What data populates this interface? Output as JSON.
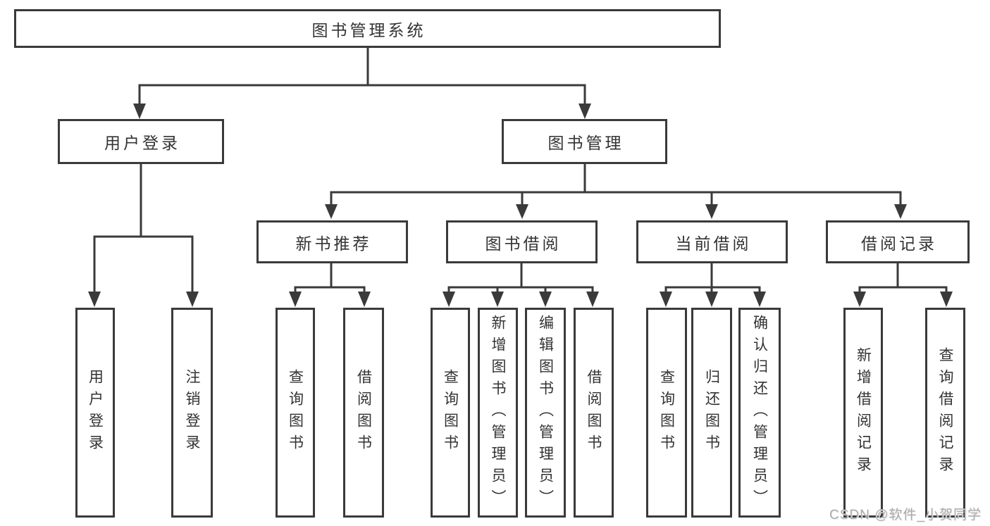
{
  "diagram": {
    "root": {
      "label": "图书管理系统"
    },
    "branches": [
      {
        "id": "user-login",
        "label": "用户登录"
      },
      {
        "id": "book-management",
        "label": "图书管理"
      }
    ],
    "modules": [
      {
        "id": "new-book-recommend",
        "label": "新书推荐",
        "parent": "图书管理"
      },
      {
        "id": "book-borrow",
        "label": "图书借阅",
        "parent": "图书管理"
      },
      {
        "id": "current-borrow",
        "label": "当前借阅",
        "parent": "图书管理"
      },
      {
        "id": "borrow-records",
        "label": "借阅记录",
        "parent": "图书管理"
      }
    ],
    "leaves": [
      {
        "group": "用户登录",
        "label": "用户登录"
      },
      {
        "group": "用户登录",
        "label": "注销登录"
      },
      {
        "group": "新书推荐",
        "label": "查询图书"
      },
      {
        "group": "新书推荐",
        "label": "借阅图书"
      },
      {
        "group": "图书借阅",
        "label": "查询图书"
      },
      {
        "group": "图书借阅",
        "label": "新增图书（管理员）"
      },
      {
        "group": "图书借阅",
        "label": "编辑图书（管理员）"
      },
      {
        "group": "图书借阅",
        "label": "借阅图书"
      },
      {
        "group": "当前借阅",
        "label": "查询图书"
      },
      {
        "group": "当前借阅",
        "label": "归还图书"
      },
      {
        "group": "当前借阅",
        "label": "确认归还（管理员）"
      },
      {
        "group": "借阅记录",
        "label": "新增借阅记录"
      },
      {
        "group": "借阅记录",
        "label": "查询借阅记录"
      }
    ]
  },
  "colors": {
    "line": "#3a3a3a",
    "text": "#333333",
    "watermark": "#ababab",
    "background": "#ffffff"
  },
  "watermark": "CSDN @软件_小贺同学"
}
